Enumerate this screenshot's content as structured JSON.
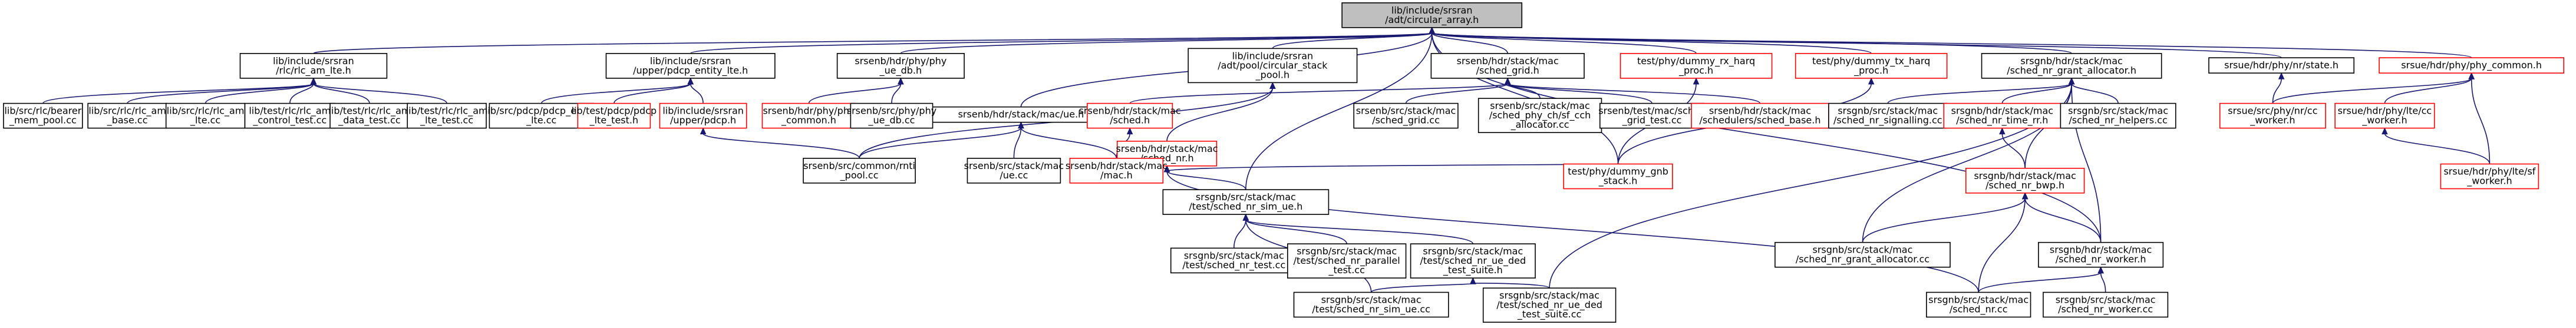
{
  "diagram": {
    "nodes": [
      {
        "id": "root",
        "lines": [
          "lib/include/srsran",
          "/adt/circular_array.h"
        ],
        "style": "root"
      },
      {
        "id": "rlc_am_lte_h",
        "lines": [
          "lib/include/srsran",
          "/rlc/rlc_am_lte.h"
        ],
        "style": "normal"
      },
      {
        "id": "pdcp_entity_lte_h",
        "lines": [
          "lib/include/srsran",
          "/upper/pdcp_entity_lte.h"
        ],
        "style": "normal"
      },
      {
        "id": "ue_db_h",
        "lines": [
          "srsenb/hdr/phy/phy",
          "_ue_db.h"
        ],
        "style": "normal"
      },
      {
        "id": "circular_stack_pool_h",
        "lines": [
          "lib/include/srsran",
          "/adt/pool/circular_stack",
          "_pool.h"
        ],
        "style": "normal"
      },
      {
        "id": "sched_grid_h",
        "lines": [
          "srsenb/hdr/stack/mac",
          "/sched_grid.h"
        ],
        "style": "normal"
      },
      {
        "id": "dummy_rx_harq",
        "lines": [
          "test/phy/dummy_rx_harq",
          "_proc.h"
        ],
        "style": "red"
      },
      {
        "id": "dummy_tx_harq",
        "lines": [
          "test/phy/dummy_tx_harq",
          "_proc.h"
        ],
        "style": "red"
      },
      {
        "id": "sched_nr_grant_allocator_h",
        "lines": [
          "srsgnb/hdr/stack/mac",
          "/sched_nr_grant_allocator.h"
        ],
        "style": "normal"
      },
      {
        "id": "nr_state_h",
        "lines": [
          "srsue/hdr/phy/nr/state.h"
        ],
        "style": "normal"
      },
      {
        "id": "phy_common_h",
        "lines": [
          "srsue/hdr/phy/phy_common.h"
        ],
        "style": "red"
      },
      {
        "id": "byte_buffer_pool_cc",
        "lines": [
          "lib/src/rlc/bearer",
          "_mem_pool.cc"
        ],
        "style": "normal"
      },
      {
        "id": "rlc_am_base_cc",
        "lines": [
          "lib/src/rlc/rlc_am",
          "_base.cc"
        ],
        "style": "normal"
      },
      {
        "id": "rlc_am_lte_cc",
        "lines": [
          "lib/src/rlc/rlc_am",
          "_lte.cc"
        ],
        "style": "normal"
      },
      {
        "id": "rlc_am_control_test",
        "lines": [
          "lib/test/rlc/rlc_am",
          "_control_test.cc"
        ],
        "style": "normal"
      },
      {
        "id": "rlc_am_data_test",
        "lines": [
          "lib/test/rlc/rlc_am",
          "_data_test.cc"
        ],
        "style": "normal"
      },
      {
        "id": "rlc_am_lte_test",
        "lines": [
          "lib/test/rlc/rlc_am",
          "_lte_test.cc"
        ],
        "style": "normal"
      },
      {
        "id": "pdcp_entity_lte_cc",
        "lines": [
          "lib/src/pdcp/pdcp_entity",
          "_lte.cc"
        ],
        "style": "normal"
      },
      {
        "id": "pdcp_lte_test",
        "lines": [
          "lib/test/pdcp/pdcp",
          "_lte_test.h"
        ],
        "style": "red"
      },
      {
        "id": "pdcp_h",
        "lines": [
          "lib/include/srsran",
          "/upper/pdcp.h"
        ],
        "style": "red"
      },
      {
        "id": "ue_h",
        "lines": [
          "srsenb/hdr/stack/mac/ue.h"
        ],
        "style": "normal"
      },
      {
        "id": "phy_common_enb",
        "lines": [
          "srsenb/hdr/phy/phy",
          "_common.h"
        ],
        "style": "red"
      },
      {
        "id": "phy_ue_db_cc",
        "lines": [
          "srsenb/src/phy/phy",
          "_ue_db.cc"
        ],
        "style": "normal"
      },
      {
        "id": "sched_h",
        "lines": [
          "srsenb/hdr/stack/mac",
          "/sched.h"
        ],
        "style": "red"
      },
      {
        "id": "sched_nr_h",
        "lines": [
          "srsenb/hdr/stack/mac",
          "/sched_nr.h"
        ],
        "style": "red"
      },
      {
        "id": "sched_grid_cc",
        "lines": [
          "srsenb/src/stack/mac",
          "/sched_grid.cc"
        ],
        "style": "normal"
      },
      {
        "id": "sched_phy_ch_cc",
        "lines": [
          "srsenb/src/stack/mac",
          "/sched_phy_ch/sf_cch",
          "_allocator.cc"
        ],
        "style": "normal"
      },
      {
        "id": "sched_grid_test",
        "lines": [
          "srsenb/test/mac/sched",
          "_grid_test.cc"
        ],
        "style": "normal"
      },
      {
        "id": "sched_base_h",
        "lines": [
          "srsenb/hdr/stack/mac",
          "/schedulers/sched_base.h"
        ],
        "style": "red"
      },
      {
        "id": "sched_nr_signalling",
        "lines": [
          "srsgnb/src/stack/mac",
          "/sched_nr_signalling.cc"
        ],
        "style": "normal"
      },
      {
        "id": "sched_nr_time_rr",
        "lines": [
          "srsgnb/hdr/stack/mac",
          "/sched_nr_time_rr.h"
        ],
        "style": "red"
      },
      {
        "id": "sched_nr_helpers",
        "lines": [
          "srsgnb/src/stack/mac",
          "/sched_nr_helpers.cc"
        ],
        "style": "normal"
      },
      {
        "id": "nr_worker_cc",
        "lines": [
          "srsue/src/phy/nr/cc",
          "_worker.h"
        ],
        "style": "red"
      },
      {
        "id": "lte_cc_worker",
        "lines": [
          "srsue/hdr/phy/lte/cc",
          "_worker.h"
        ],
        "style": "red"
      },
      {
        "id": "mem_pool_cc",
        "lines": [
          "srsenb/src/common/rnti",
          "_pool.cc"
        ],
        "style": "normal"
      },
      {
        "id": "ue_cc",
        "lines": [
          "srsenb/src/stack/mac",
          "/ue.cc"
        ],
        "style": "normal"
      },
      {
        "id": "mac_h",
        "lines": [
          "srsenb/hdr/stack/mac",
          "/mac.h"
        ],
        "style": "red"
      },
      {
        "id": "sched_nr_sim_ue_h",
        "lines": [
          "srsgnb/src/stack/mac",
          "/test/sched_nr_sim_ue.h"
        ],
        "style": "normal"
      },
      {
        "id": "dummy_gnb_stack",
        "lines": [
          "test/phy/dummy_gnb",
          "_stack.h"
        ],
        "style": "red"
      },
      {
        "id": "sched_nr_bwp_h",
        "lines": [
          "srsgnb/hdr/stack/mac",
          "/sched_nr_bwp.h"
        ],
        "style": "red"
      },
      {
        "id": "lte_sf_worker",
        "lines": [
          "srsue/hdr/phy/lte/sf",
          "_worker.h"
        ],
        "style": "red"
      },
      {
        "id": "sched_nr_test_cc",
        "lines": [
          "srsgnb/src/stack/mac",
          "/test/sched_nr_test.cc"
        ],
        "style": "normal"
      },
      {
        "id": "sched_nr_parallel_test",
        "lines": [
          "srsgnb/src/stack/mac",
          "/test/sched_nr_parallel",
          "_test.cc"
        ],
        "style": "normal"
      },
      {
        "id": "sched_nr_ue_ded_test_suite_h",
        "lines": [
          "srsgnb/src/stack/mac",
          "/test/sched_nr_ue_ded",
          "_test_suite.h"
        ],
        "style": "normal"
      },
      {
        "id": "sched_nr_grant_allocator_cc",
        "lines": [
          "srsgnb/src/stack/mac",
          "/sched_nr_grant_allocator.cc"
        ],
        "style": "normal"
      },
      {
        "id": "sched_nr_worker_h",
        "lines": [
          "srsgnb/hdr/stack/mac",
          "/sched_nr_worker.h"
        ],
        "style": "normal"
      },
      {
        "id": "sched_nr_sim_ue_cc",
        "lines": [
          "srsgnb/src/stack/mac",
          "/test/sched_nr_sim_ue.cc"
        ],
        "style": "normal"
      },
      {
        "id": "sched_nr_ue_ded_test_suite_cc",
        "lines": [
          "srsgnb/src/stack/mac",
          "/test/sched_nr_ue_ded",
          "_test_suite.cc"
        ],
        "style": "normal"
      },
      {
        "id": "sched_nr_cc",
        "lines": [
          "srsgnb/src/stack/mac",
          "/sched_nr.cc"
        ],
        "style": "normal"
      },
      {
        "id": "sched_nr_worker_cc",
        "lines": [
          "srsgnb/src/stack/mac",
          "/sched_nr_worker.cc"
        ],
        "style": "normal"
      }
    ],
    "edges": [
      [
        "root",
        "rlc_am_lte_h"
      ],
      [
        "root",
        "pdcp_entity_lte_h"
      ],
      [
        "root",
        "ue_db_h"
      ],
      [
        "root",
        "circular_stack_pool_h"
      ],
      [
        "root",
        "sched_grid_h"
      ],
      [
        "root",
        "dummy_rx_harq"
      ],
      [
        "root",
        "dummy_tx_harq"
      ],
      [
        "root",
        "sched_nr_grant_allocator_h"
      ],
      [
        "root",
        "nr_state_h"
      ],
      [
        "root",
        "phy_common_h"
      ],
      [
        "root",
        "ue_h"
      ],
      [
        "root",
        "sched_nr_sim_ue_h"
      ],
      [
        "root",
        "dummy_gnb_stack"
      ],
      [
        "root",
        "sched_nr_worker_h"
      ],
      [
        "rlc_am_lte_h",
        "byte_buffer_pool_cc"
      ],
      [
        "rlc_am_lte_h",
        "rlc_am_base_cc"
      ],
      [
        "rlc_am_lte_h",
        "rlc_am_lte_cc"
      ],
      [
        "rlc_am_lte_h",
        "rlc_am_control_test"
      ],
      [
        "rlc_am_lte_h",
        "rlc_am_data_test"
      ],
      [
        "rlc_am_lte_h",
        "rlc_am_lte_test"
      ],
      [
        "pdcp_entity_lte_h",
        "pdcp_entity_lte_cc"
      ],
      [
        "pdcp_entity_lte_h",
        "pdcp_lte_test"
      ],
      [
        "pdcp_entity_lte_h",
        "pdcp_h"
      ],
      [
        "ue_db_h",
        "phy_common_enb"
      ],
      [
        "ue_db_h",
        "phy_ue_db_cc"
      ],
      [
        "circular_stack_pool_h",
        "mem_pool_cc"
      ],
      [
        "circular_stack_pool_h",
        "sched_nr_h"
      ],
      [
        "pdcp_h",
        "mem_pool_cc"
      ],
      [
        "sched_grid_h",
        "sched_h"
      ],
      [
        "sched_grid_h",
        "sched_grid_cc"
      ],
      [
        "sched_grid_h",
        "sched_phy_ch_cc"
      ],
      [
        "sched_grid_h",
        "sched_grid_test"
      ],
      [
        "sched_grid_h",
        "sched_base_h"
      ],
      [
        "dummy_rx_harq",
        "dummy_gnb_stack"
      ],
      [
        "dummy_tx_harq",
        "dummy_gnb_stack"
      ],
      [
        "sched_nr_grant_allocator_h",
        "sched_nr_signalling"
      ],
      [
        "sched_nr_grant_allocator_h",
        "sched_nr_time_rr"
      ],
      [
        "sched_nr_grant_allocator_h",
        "sched_nr_helpers"
      ],
      [
        "sched_nr_grant_allocator_h",
        "sched_nr_bwp_h"
      ],
      [
        "sched_nr_grant_allocator_h",
        "sched_nr_grant_allocator_cc"
      ],
      [
        "sched_nr_grant_allocator_h",
        "sched_nr_worker_h"
      ],
      [
        "sched_nr_grant_allocator_h",
        "sched_nr_ue_ded_test_suite_cc"
      ],
      [
        "nr_state_h",
        "nr_worker_cc"
      ],
      [
        "phy_common_h",
        "nr_worker_cc"
      ],
      [
        "phy_common_h",
        "lte_cc_worker"
      ],
      [
        "phy_common_h",
        "lte_sf_worker"
      ],
      [
        "lte_cc_worker",
        "lte_sf_worker"
      ],
      [
        "ue_h",
        "mem_pool_cc"
      ],
      [
        "ue_h",
        "ue_cc"
      ],
      [
        "ue_h",
        "mac_h"
      ],
      [
        "sched_h",
        "mac_h"
      ],
      [
        "sched_nr_h",
        "sched_nr_sim_ue_h"
      ],
      [
        "sched_nr_h",
        "dummy_gnb_stack"
      ],
      [
        "sched_nr_h",
        "sched_nr_cc"
      ],
      [
        "sched_nr_time_rr",
        "sched_nr_bwp_h"
      ],
      [
        "sched_nr_bwp_h",
        "sched_nr_grant_allocator_cc"
      ],
      [
        "sched_nr_bwp_h",
        "sched_nr_worker_h"
      ],
      [
        "sched_nr_bwp_h",
        "sched_nr_cc"
      ],
      [
        "sched_nr_sim_ue_h",
        "sched_nr_test_cc"
      ],
      [
        "sched_nr_sim_ue_h",
        "sched_nr_parallel_test"
      ],
      [
        "sched_nr_sim_ue_h",
        "sched_nr_ue_ded_test_suite_h"
      ],
      [
        "sched_nr_sim_ue_h",
        "sched_nr_sim_ue_cc"
      ],
      [
        "sched_nr_ue_ded_test_suite_h",
        "sched_nr_sim_ue_cc"
      ],
      [
        "sched_nr_ue_ded_test_suite_h",
        "sched_nr_ue_ded_test_suite_cc"
      ],
      [
        "sched_nr_worker_h",
        "sched_nr_cc"
      ],
      [
        "sched_nr_worker_h",
        "sched_nr_worker_cc"
      ]
    ]
  }
}
